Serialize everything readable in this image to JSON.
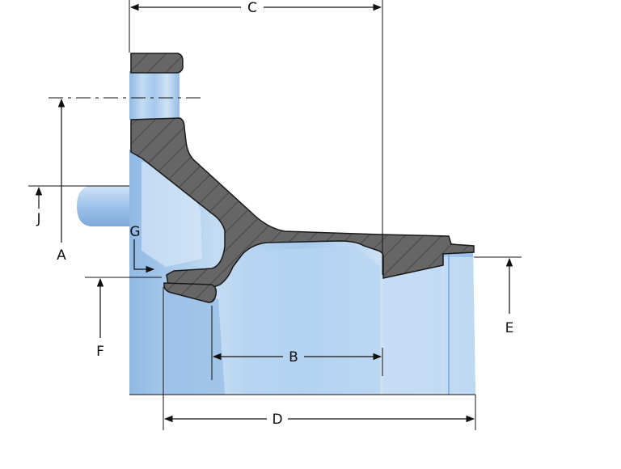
{
  "diagram": {
    "colors": {
      "section_fill": "#666666",
      "body_blue": "#a9cdee",
      "body_blue_dark": "#6f9fd0",
      "line": "#111111"
    },
    "labels": {
      "A": "A",
      "B": "B",
      "C": "C",
      "D": "D",
      "E": "E",
      "F": "F",
      "G": "G",
      "J": "J"
    }
  }
}
